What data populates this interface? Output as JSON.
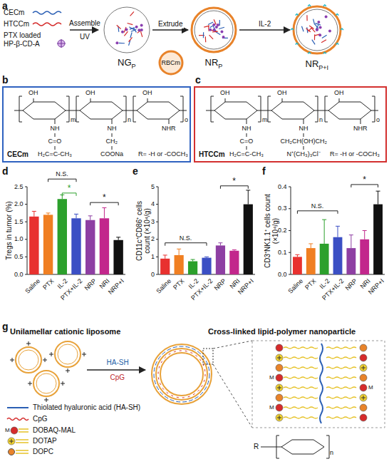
{
  "diagram": {
    "nodes": [
      {
        "text": [
          "NG",
          "P"
        ]
      },
      {
        "text": [
          "RBCm"
        ]
      },
      {
        "text": [
          "NR",
          "P"
        ]
      },
      {
        "text": [
          "NR",
          "P+I"
        ]
      },
      {
        "text": [
          "CECm"
        ]
      },
      {
        "text": [
          "HTCCm"
        ]
      }
    ],
    "edges": [
      {
        "from": 0,
        "to": 2,
        "label": "Extrude",
        "arrow": "to"
      },
      {
        "from": 2,
        "to": 3,
        "label": "IL-2",
        "arrow": "to"
      }
    ],
    "labels": [
      "a",
      "b",
      "c",
      "d",
      "e",
      "f",
      "g",
      "Assemble",
      "UV",
      "OH",
      "OH",
      "OH",
      "NH",
      "C=O",
      "H₂C=C-CH₃",
      "NH",
      "CH₂",
      "COONa",
      "NHR",
      "m",
      "n",
      "o",
      "R= -H or -COCH₃",
      "OH",
      "OH",
      "OH",
      "NH",
      "C=O",
      "H₂C=C-CH₃",
      "NH",
      "CH₂CH(OH)CH₂",
      "N⁺(CH₃)₃Cl⁻",
      "NHR",
      "m",
      "n",
      "o",
      "R= -H or -COCH₃",
      "Tregs in tumor (%)",
      "0.0",
      "0.5",
      "1.0",
      "1.5",
      "2.0",
      "2.5",
      "Saline",
      "PTX",
      "IL-2",
      "PTX+IL-2",
      "NRP",
      "NRI",
      "NRP+I",
      "N.S.",
      "*",
      "*",
      "CD11c⁺CD86⁺ cells count (×10⁴/g)",
      "0",
      "1",
      "2",
      "3",
      "4",
      "5",
      "Saline",
      "PTX",
      "IL-2",
      "PTX+IL-2",
      "NRP",
      "NRI",
      "NRP+I",
      "N.S.",
      "*",
      "CD3⁺NK1.1⁺ cells count (×10⁴/g)",
      "0.0",
      "0.1",
      "0.2",
      "0.3",
      "0.4",
      "Saline",
      "PTX",
      "IL-2",
      "PTX+IL-2",
      "NRP",
      "NRI",
      "NRP+I",
      "N.S.",
      "*",
      "Unilamellar cationic liposome",
      "Cross-linked lipid-polymer nanoparticle",
      "HA-SH",
      "CpG",
      "M",
      "M",
      "M",
      "M",
      "R",
      "n"
    ],
    "legend": [
      {
        "text": "CECm"
      },
      {
        "text": "HTCCm"
      },
      {
        "text": "PTX loaded HP-β-CD-A"
      },
      {
        "text": "Thiolated hyaluronic acid (HA-SH)"
      },
      {
        "text": "CpG"
      },
      {
        "text": "DOBAQ-MAL"
      },
      {
        "text": "DOTAP"
      },
      {
        "text": "DOPC",
        "color": "#e8832a"
      }
    ]
  }
}
